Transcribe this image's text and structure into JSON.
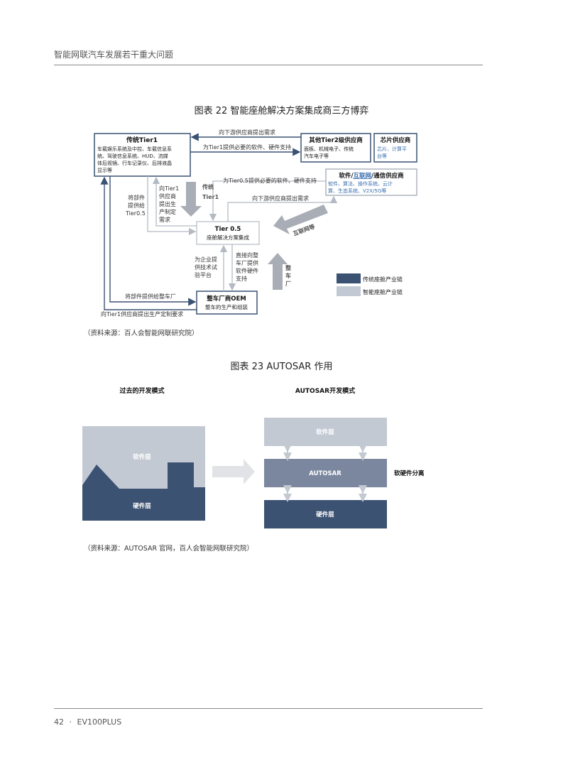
{
  "header": {
    "title": "智能网联汽车发展若干重大问题"
  },
  "footer": {
    "page": "42",
    "sep": "·",
    "brand": "EV100PLUS"
  },
  "fig22": {
    "title": "图表 22 智能座舱解决方案集成商三方博弈",
    "source": "（资料来源：百人会智能网联研究院）",
    "tier1": {
      "title": "传统Tier1",
      "lines": [
        "车载娱乐系统及中控、车载信息系",
        "统、驾驶信息系统、HUD、流媒",
        "体后视镜、行车记录仪、后排液晶",
        "显示等"
      ]
    },
    "tier2": {
      "title": "其他Tier2级供应商",
      "lines": [
        "面板、机械电子、传统",
        "汽车电子等"
      ]
    },
    "chip": {
      "title": "芯片供应商",
      "lines": [
        "芯片、计算平",
        "台等"
      ]
    },
    "software": {
      "title_a": "软件/",
      "title_b": "互联网",
      "title_c": "/通信供应商",
      "lines": [
        "软件、算法、操作系统、云计",
        "算、生态系统、V2X/5G等"
      ]
    },
    "tier05": {
      "title": "Tier 0.5",
      "sub": "座舱解决方案集成"
    },
    "oem": {
      "title": "整车厂商OEM",
      "sub": "整车的生产和组装"
    },
    "labels": {
      "downstream_top": "向下游供应商提出需求",
      "tier1_support": "为Tier1提供必要的软件、硬件支持",
      "tier05_support": "为Tier0.5提供必要的软件、硬件支持",
      "downstream_mid": "向下游供应商提出需求",
      "parts_to_tier05": [
        "将部件",
        "提供给",
        "Tier0.5"
      ],
      "to_tier1_custom": [
        "向Tier1",
        "供应商",
        "提出生",
        "产制定",
        "需求"
      ],
      "chuantong_tier1": [
        "传统",
        "Tier1"
      ],
      "internet": "互联网等",
      "enterprise_test": [
        "为企业提",
        "供技术试",
        "验平台"
      ],
      "oem_support": [
        "直接向整",
        "车厂提供",
        "软件硬件",
        "支持"
      ],
      "zhengchechang": [
        "整",
        "车",
        "厂"
      ],
      "parts_to_oem": "将部件提供给整车厂",
      "to_tier1_req": "向Tier1供应商提出生产定制要求"
    },
    "legend": [
      {
        "label": "传统座舱产业链",
        "color": "#3b5273"
      },
      {
        "label": "智能座舱产业链",
        "color": "#c3c9d3"
      }
    ]
  },
  "fig23": {
    "title": "图表 23 AUTOSAR 作用",
    "source": "（资料来源：AUTOSAR 官网，百人会智能网联研究院）",
    "left_heading": "过去的开发模式",
    "right_heading": "AUTOSAR开发模式",
    "left_software": "软件层",
    "left_hardware": "硬件层",
    "right_software": "软件层",
    "right_autosar": "AUTOSAR",
    "right_hardware": "硬件层",
    "separation": "软硬件分离"
  },
  "colors": {
    "dark": "#3b5273",
    "light": "#c3c9d3",
    "mid": "#7a879e",
    "gray_arrow": "#a9aeb6",
    "accent_text": "#3a6fb0"
  }
}
